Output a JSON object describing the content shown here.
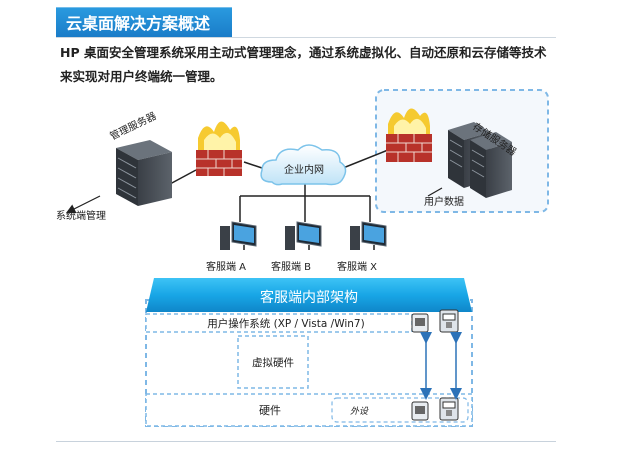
{
  "header": {
    "title": "云桌面解决方案概述",
    "intro_line1": "HP 桌面安全管理系统采用主动式管理理念，通过系统虚拟化、自动还原和云存储等技术",
    "intro_line2": "来实现对用户终端统一管理。"
  },
  "diagram": {
    "mgmt_server_label": "管理服务器",
    "system_mgmt_label": "系统端管理",
    "intranet_label": "企业内网",
    "storage_server_label": "存储服务器",
    "user_data_label": "用户数据",
    "clients": [
      "客服端 A",
      "客服端 B",
      "客服端 X"
    ],
    "architecture_title": "客服端内部架构",
    "os_layer": "用户操作系统 (XP / Vista /Win7)",
    "virtual_hw_layer": "虚拟硬件",
    "hardware_layer": "硬件",
    "peripheral_label": "外设"
  },
  "colors": {
    "title_bar": "#1a7cc8",
    "banner": "#1aa8e8",
    "dashed_border": "#7fb8e6",
    "arrow": "#2c72b8"
  }
}
